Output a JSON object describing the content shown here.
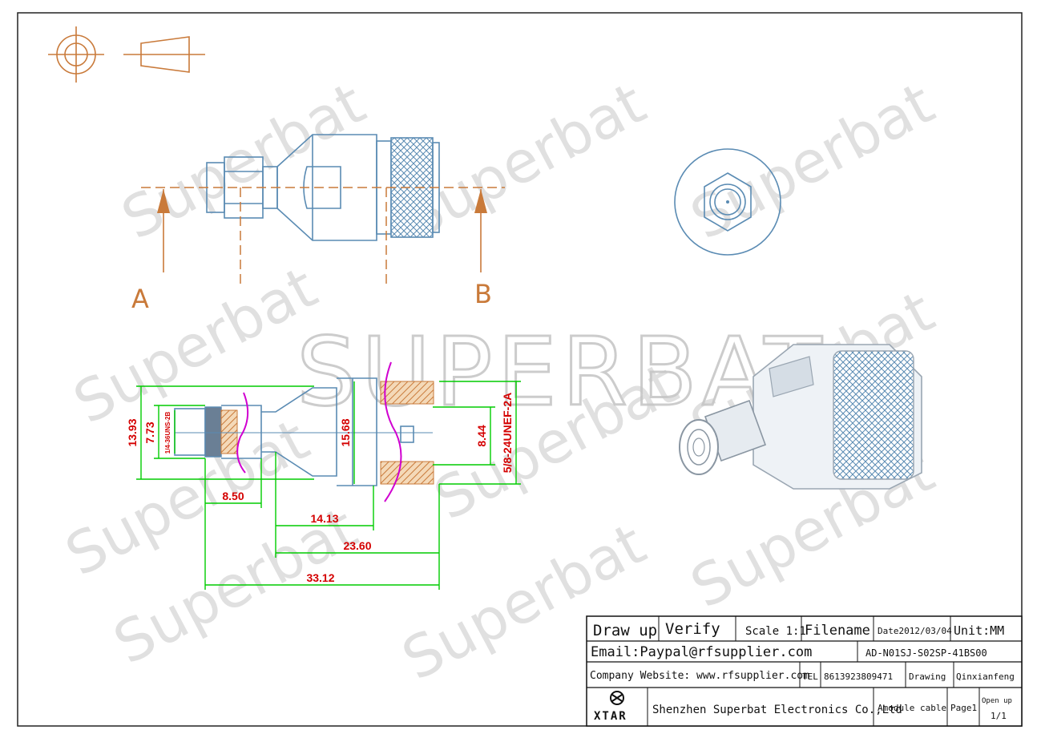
{
  "watermark": {
    "text": "Superbat",
    "big_text": "SUPERBAT"
  },
  "views": {
    "section_labels": [
      "A",
      "B"
    ]
  },
  "dimensions": {
    "d1": "13.93",
    "d2": "7.73",
    "d3": "1/4-36UNS-2B",
    "d4": "15.68",
    "d5": "8.44",
    "d6": "5/8-24UNEF-2A",
    "d7": "8.50",
    "d8": "14.13",
    "d9": "23.60",
    "d10": "33.12"
  },
  "title_block": {
    "draw_up": "Draw up",
    "verify": "Verify",
    "scale": "Scale 1:1",
    "filename": "Filename",
    "date": "Date2012/03/04",
    "unit": "Unit:MM",
    "email": "Email:Paypal@rfsupplier.com",
    "part_no": "AD-N01SJ-S02SP-41BS00",
    "website": "Company Website:  www.rfsupplier.com",
    "tel_label": "TEL",
    "tel": "8613923809471",
    "drawing_label": "Drawing",
    "drawer": "Qinxianfeng",
    "logo_text": "XTAR",
    "company": "Shenzhen Superbat Electronics Co.,Ltd",
    "product": "Amodule cable",
    "page": "Page1",
    "open_up": "Open up",
    "page_count": "1/1"
  },
  "colors": {
    "part_outline": "#5a8bb3",
    "centerline": "#c97a3a",
    "dimension_text": "#d40000",
    "dimension_line": "#00cc00",
    "cable_mark": "#d000d0"
  }
}
